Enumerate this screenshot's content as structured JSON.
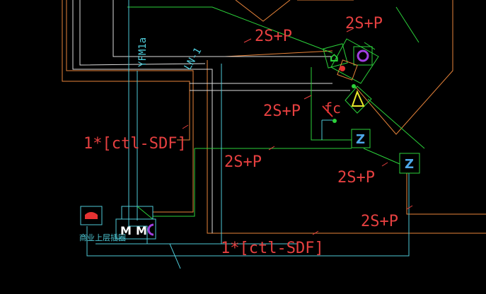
{
  "labels": {
    "l1": "2S+P",
    "l2": "2S+P",
    "l3": "2S+P",
    "l4": "2S+P",
    "l5": "2S+P",
    "l6": "2S+P",
    "ctl_1": "1*[ctl-SDF]",
    "ctl_2": "1*[ctl-SDF]",
    "yfm": "YFM1a",
    "ln": "LN-1",
    "fc": "fc",
    "shop": "商业上层插圈"
  },
  "colors": {
    "background": "#000000",
    "orange": "#e8843a",
    "green": "#2bd13a",
    "cyan": "#4ec9d6",
    "white": "#dcdcdc",
    "red": "#e63232",
    "yellow": "#e8e82a",
    "label_red": "#e64040"
  }
}
